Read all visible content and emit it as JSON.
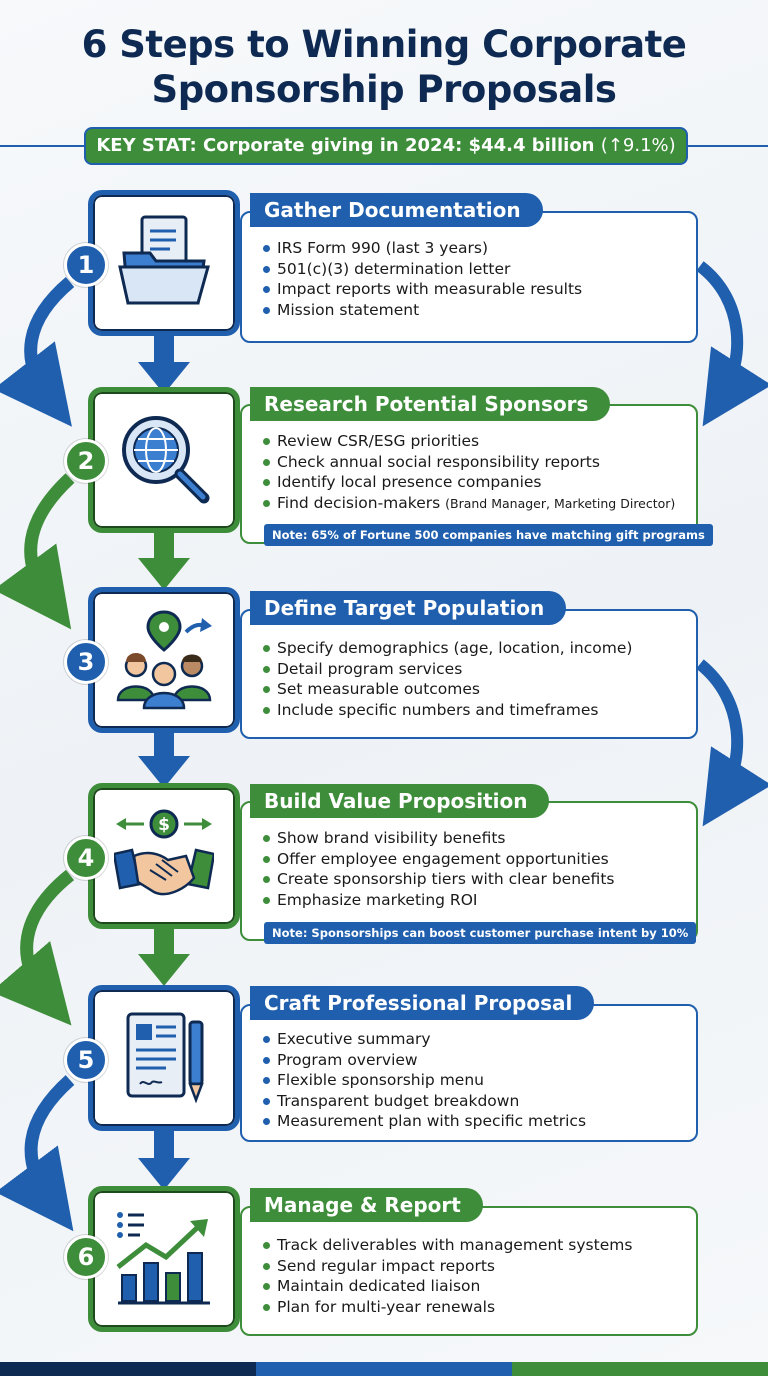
{
  "title_line1": "6 Steps to Winning Corporate",
  "title_line2": "Sponsorship Proposals",
  "key_stat": {
    "label": "KEY STAT: Corporate giving in 2024: $44.4 billion",
    "change": "(↑9.1%)"
  },
  "steps": [
    {
      "number": "1",
      "title": "Gather Documentation",
      "icon": "document-folder-icon",
      "bullets": [
        "IRS Form 990 (last 3 years)",
        "501(c)(3) determination letter",
        "Impact reports with measurable results",
        "Mission statement"
      ]
    },
    {
      "number": "2",
      "title": "Research Potential Sponsors",
      "icon": "globe-magnifier-icon",
      "bullets": [
        "Review CSR/ESG priorities",
        "Check annual social responsibility reports",
        "Identify local presence companies",
        "Find decision-makers"
      ],
      "bullet_extra": "(Brand Manager, Marketing Director)",
      "note": "Note: 65% of Fortune 500 companies have matching gift programs"
    },
    {
      "number": "3",
      "title": "Define Target Population",
      "icon": "people-location-icon",
      "bullets": [
        "Specify demographics (age, location, income)",
        "Detail program services",
        "Set measurable outcomes",
        "Include specific numbers and timeframes"
      ]
    },
    {
      "number": "4",
      "title": "Build Value Proposition",
      "icon": "handshake-dollar-icon",
      "bullets": [
        "Show brand visibility benefits",
        "Offer employee engagement opportunities",
        "Create sponsorship tiers with clear benefits",
        "Emphasize marketing ROI"
      ],
      "note": "Note: Sponsorships can boost customer purchase intent by 10%"
    },
    {
      "number": "5",
      "title": "Craft Professional Proposal",
      "icon": "document-pen-icon",
      "bullets": [
        "Executive summary",
        "Program overview",
        "Flexible sponsorship menu",
        "Transparent budget breakdown",
        "Measurement plan with specific metrics"
      ]
    },
    {
      "number": "6",
      "title": "Manage & Report",
      "icon": "growth-chart-icon",
      "bullets": [
        "Track deliverables with management systems",
        "Send regular impact reports",
        "Maintain dedicated liaison",
        "Plan for multi-year renewals"
      ]
    }
  ],
  "colors": {
    "blue": "#1f5fae",
    "green": "#3e8d3a",
    "navy": "#0e2a52",
    "footer": [
      "#0e2a52",
      "#1f5fae",
      "#3e8d3a"
    ]
  }
}
